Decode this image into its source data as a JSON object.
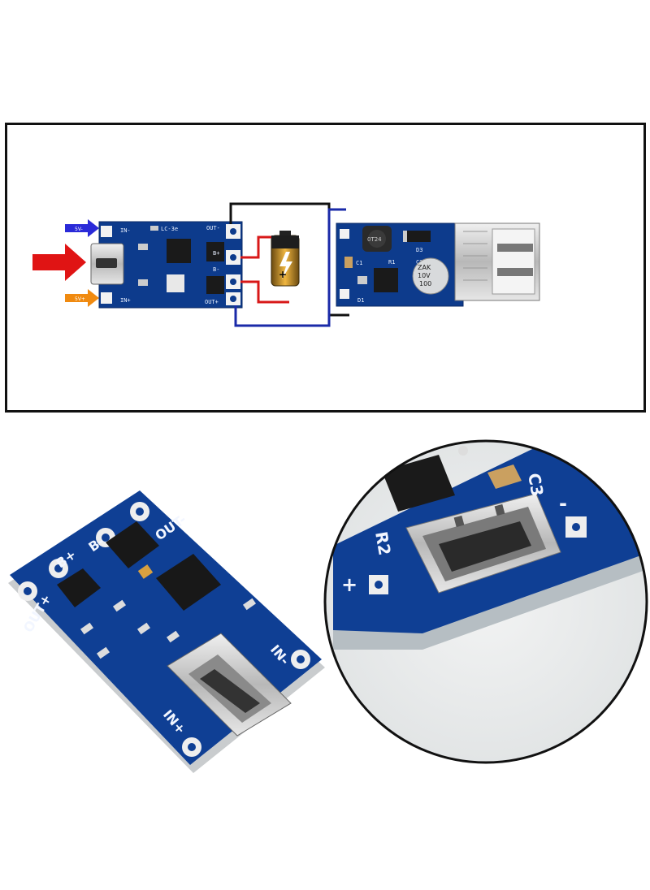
{
  "top_panel": {
    "arrow_labels": {
      "blue": "5V-",
      "orange": "5V+"
    },
    "charger_board": {
      "pads": {
        "in_minus": "IN-",
        "in_plus": "IN+",
        "out_minus": "OUT-",
        "out_plus": "OUT+",
        "b_minus": "B-",
        "b_plus": "B+"
      },
      "silk": "LC-3e"
    },
    "boost_board": {
      "labels": {
        "d3": "D3",
        "c1": "C1",
        "r1": "R1",
        "c2": "C2",
        "d1": "D1"
      },
      "inductor_text": "0T24",
      "cap_text": [
        "ZAK",
        "10V",
        "100"
      ]
    },
    "colors": {
      "wire_red": "#d81818",
      "wire_blue": "#1a2aa8",
      "wire_black": "#111111",
      "pcb": "#0d3b8c",
      "arrow_red": "#e01414",
      "arrow_blue": "#2a2ad8",
      "arrow_orange": "#f08a10"
    }
  },
  "bottom_left_board": {
    "pads": {
      "out_minus": "OUT-",
      "b_minus": "B-",
      "b_plus": "B+",
      "out_plus": "OUT+",
      "in_minus": "IN-",
      "in_plus": "IN+"
    }
  },
  "bottom_right_zoom": {
    "labels": {
      "r2": "R2",
      "c3": "C3",
      "plus": "+",
      "minus": "-"
    }
  }
}
